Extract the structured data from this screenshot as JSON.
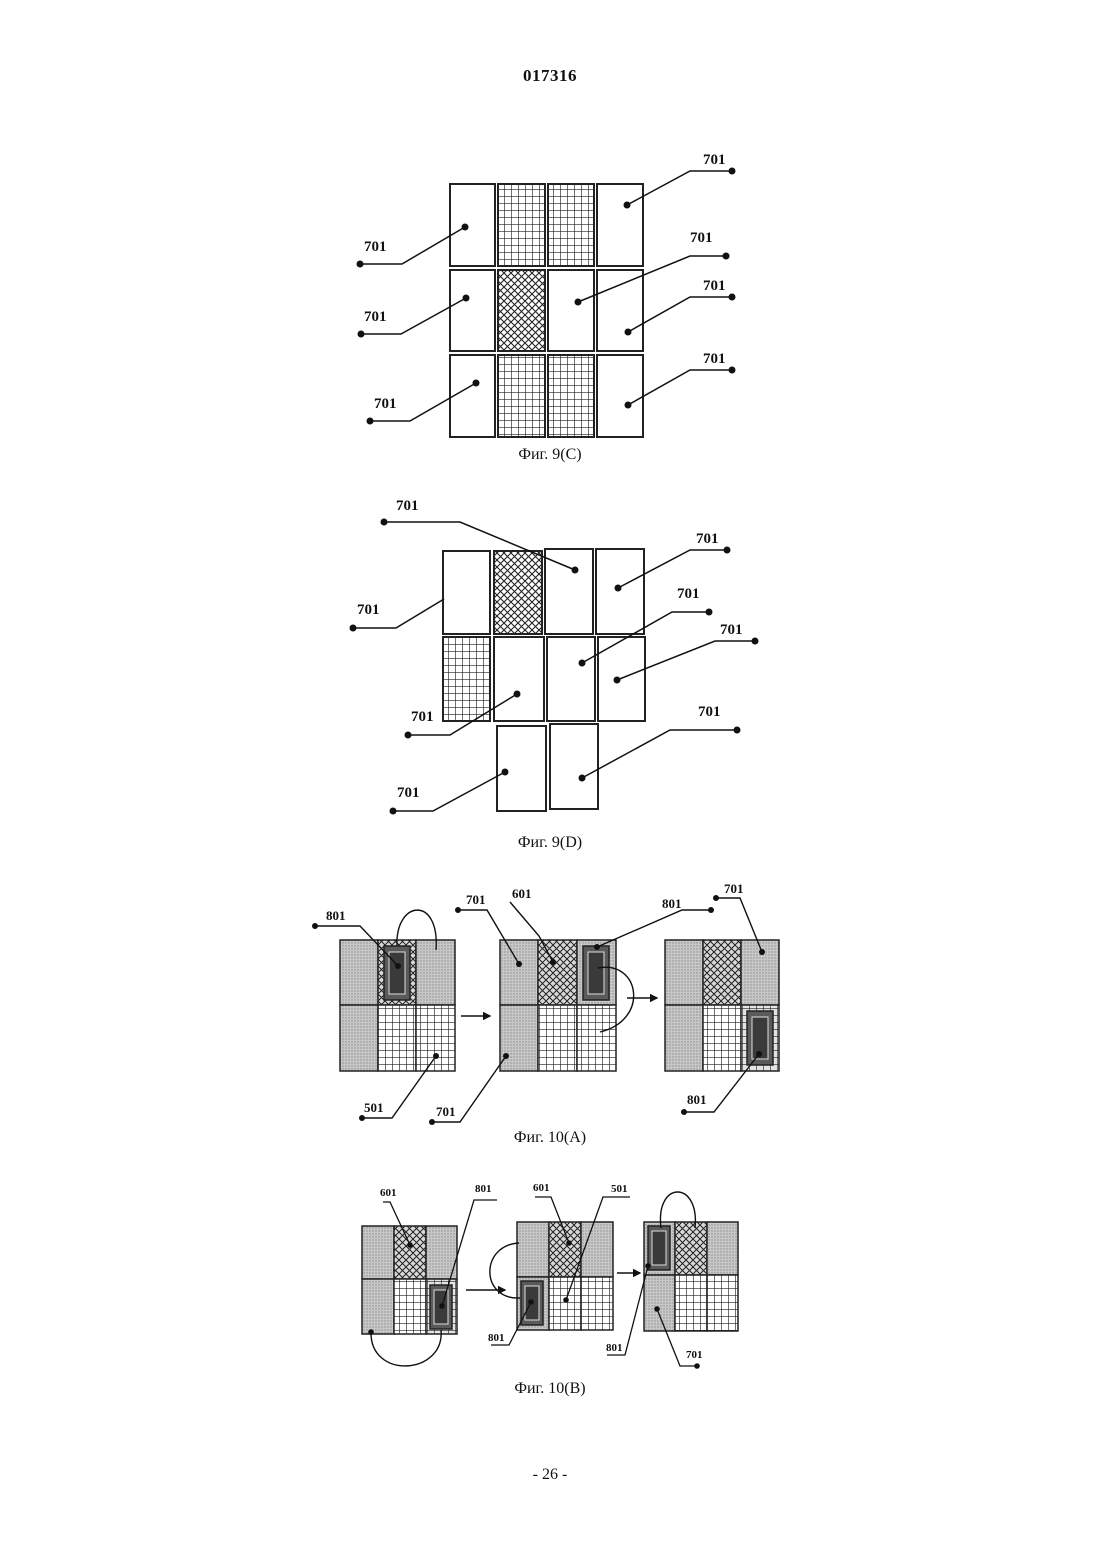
{
  "document": {
    "patent_number": "017316",
    "page_footer": "- 26 -"
  },
  "figures": {
    "fig9c": {
      "caption": "Фиг. 9(C)",
      "label": "701"
    },
    "fig9d": {
      "caption": "Фиг. 9(D)",
      "label": "701"
    },
    "fig10a": {
      "caption": "Фиг. 10(A)",
      "labels": {
        "a": "801",
        "b": "701",
        "c": "601",
        "d": "801",
        "e": "701",
        "f": "501",
        "g": "701",
        "h": "801"
      }
    },
    "fig10b": {
      "caption": "Фиг. 10(B)",
      "labels": {
        "a": "601",
        "b": "801",
        "c": "601",
        "d": "501",
        "e": "801",
        "f": "801",
        "g": "701"
      }
    }
  }
}
